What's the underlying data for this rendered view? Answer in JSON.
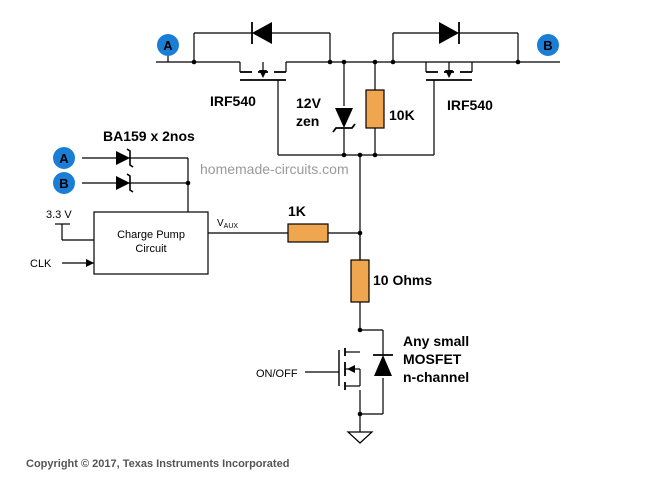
{
  "terminals": {
    "a": "A",
    "b": "B"
  },
  "components": {
    "mosfet_left": "IRF540",
    "mosfet_right": "IRF540",
    "zener_line1": "12V",
    "zener_line2": "zen",
    "resistor_10k": "10K",
    "resistor_1k": "1K",
    "resistor_10ohm": "10 Ohms",
    "diodes": "BA159 x 2nos",
    "charge_pump_line1": "Charge Pump",
    "charge_pump_line2": "Circuit",
    "vaux_main": "V",
    "vaux_sub": "AUX",
    "supply": "3.3 V",
    "clk": "CLK",
    "onoff": "ON/OFF",
    "small_mosfet_line1": "Any small",
    "small_mosfet_line2": "MOSFET",
    "small_mosfet_line3": "n-channel"
  },
  "watermark": "homemade-circuits.com",
  "copyright": "Copyright © 2017, Texas Instruments Incorporated",
  "colors": {
    "terminal": "#1b7ed6",
    "resistor": "#f0a64e",
    "watermark": "#9a9a9a",
    "copyright": "#555555"
  }
}
